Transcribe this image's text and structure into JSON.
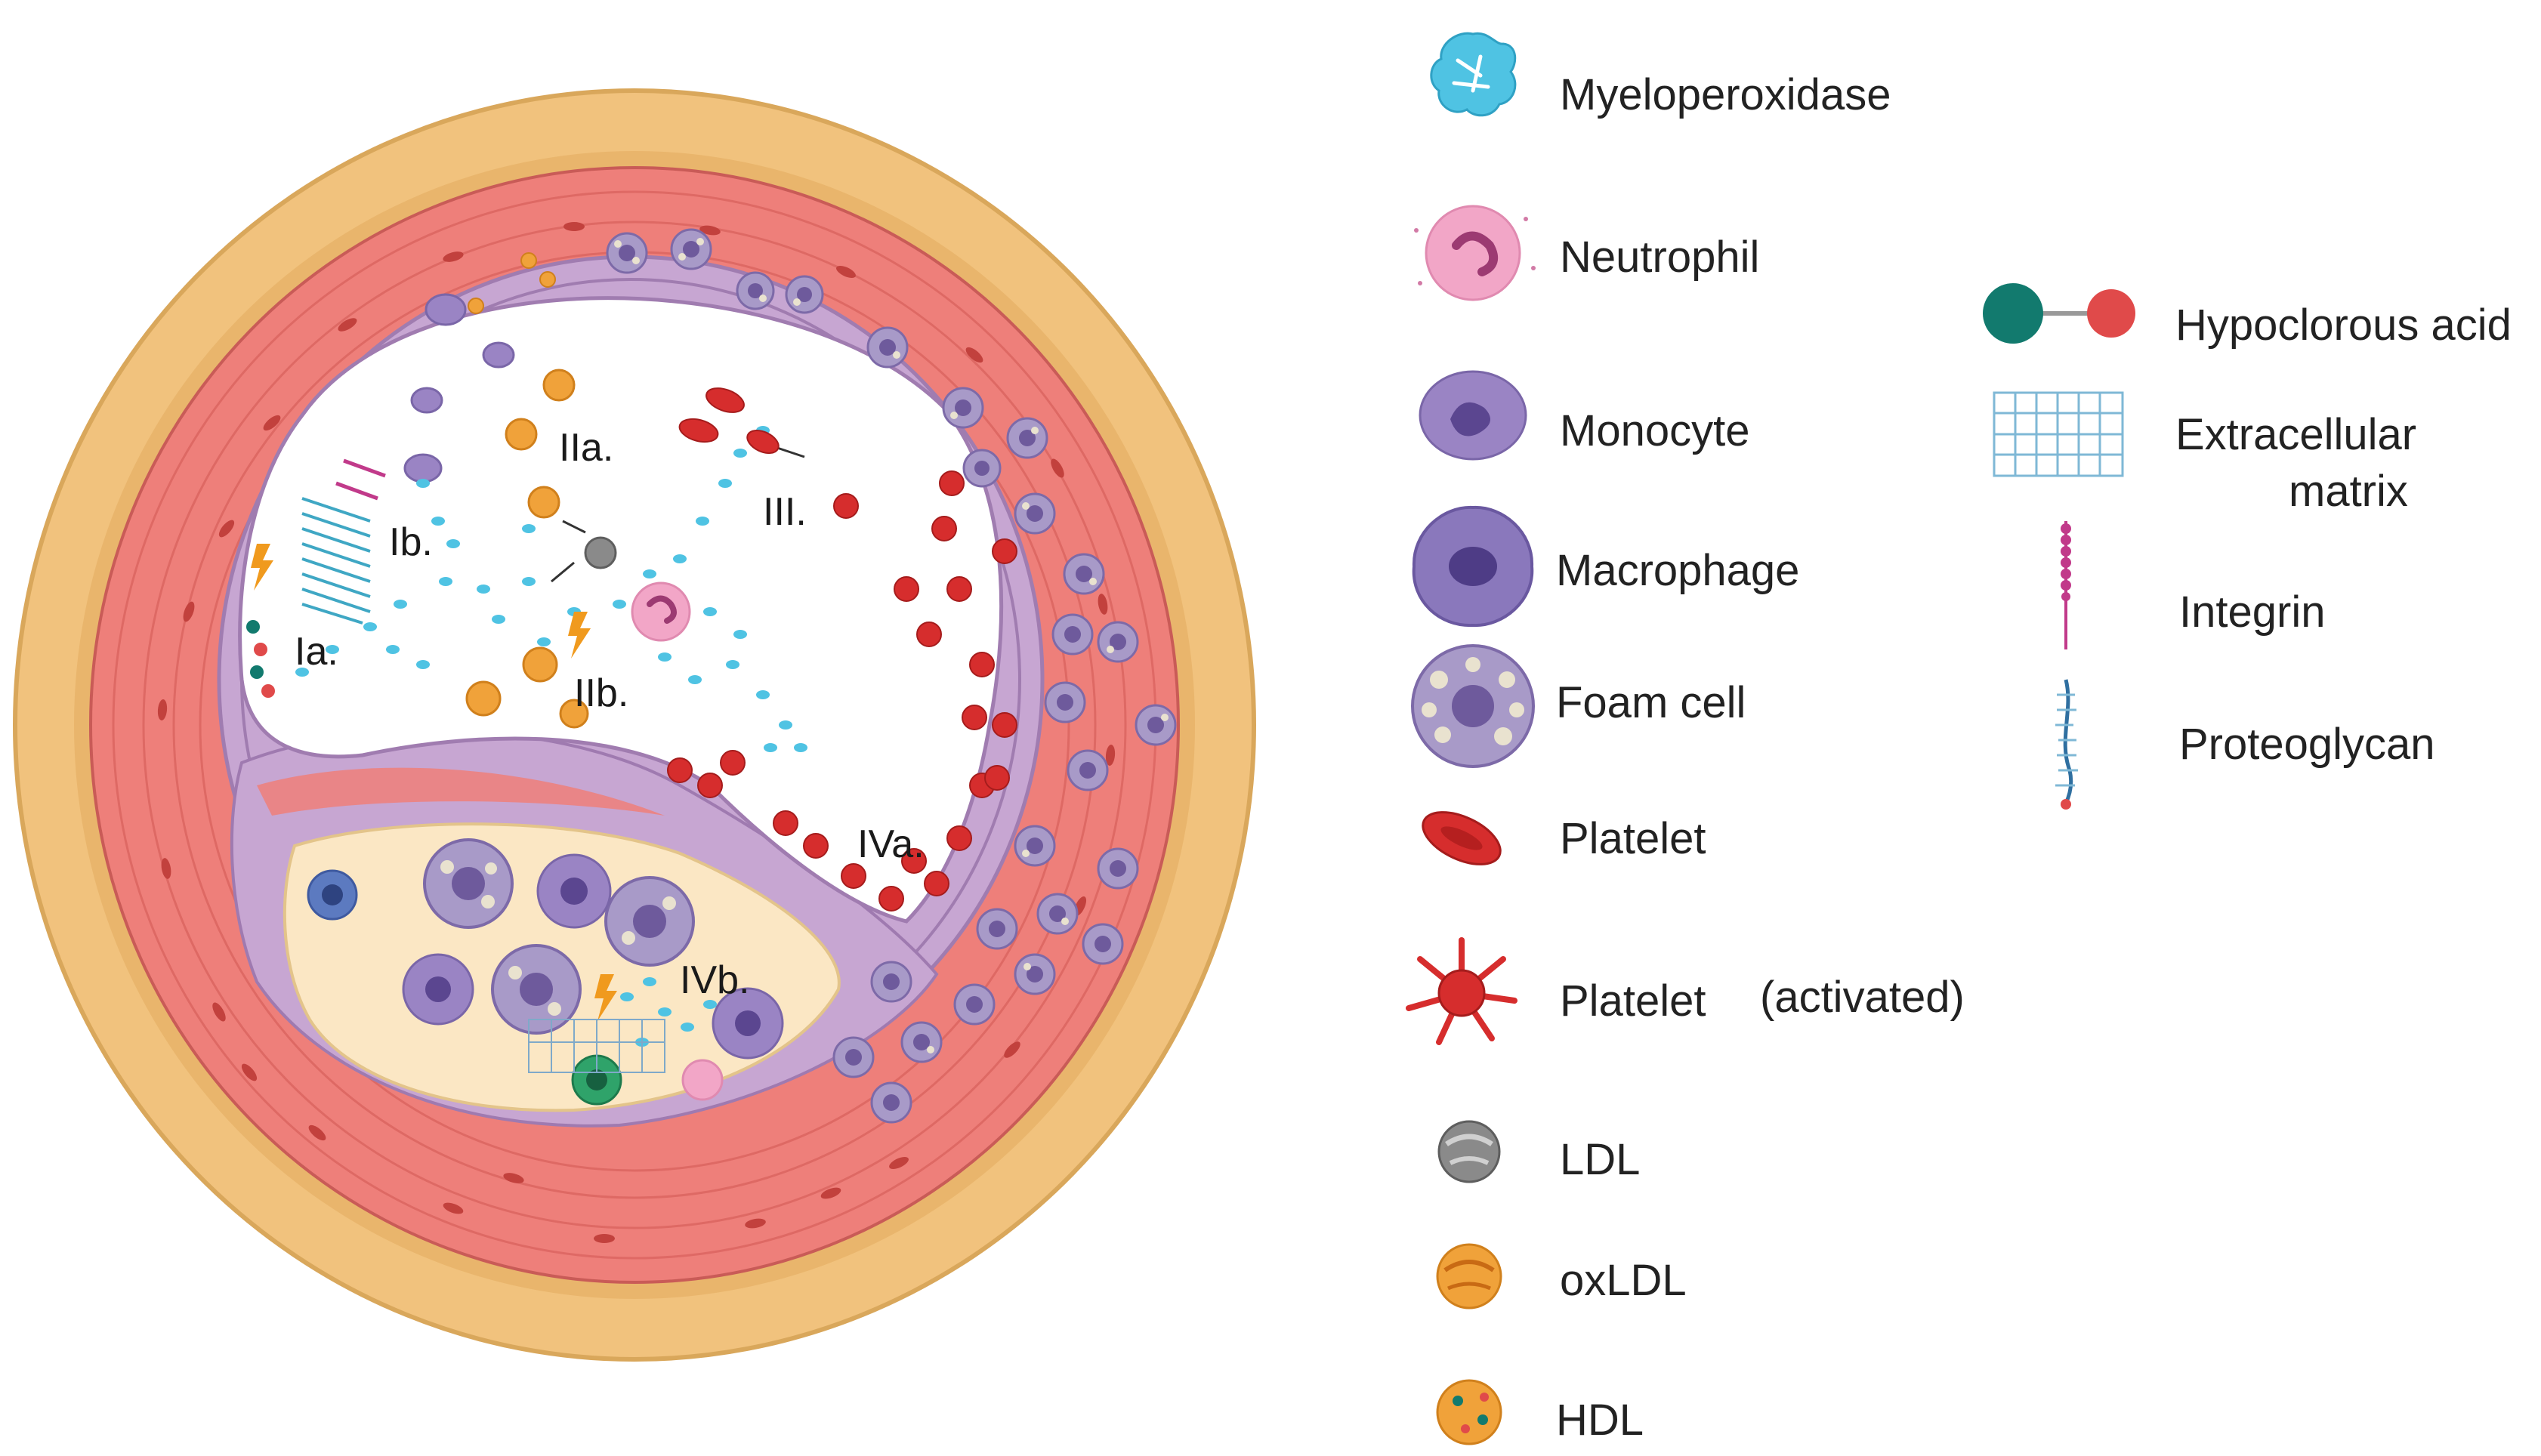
{
  "stage_labels": {
    "ia": "Ia.",
    "ib": "Ib.",
    "iia": "IIa.",
    "iib": "IIb.",
    "iii": "III.",
    "iva": "IVa.",
    "ivb": "IVb."
  },
  "legend_left": [
    {
      "label": "Myeloperoxidase",
      "icon": "myeloperoxidase-icon"
    },
    {
      "label": "Neutrophil",
      "icon": "neutrophil-icon"
    },
    {
      "label": "Monocyte",
      "icon": "monocyte-icon"
    },
    {
      "label": "Macrophage",
      "icon": "macrophage-icon"
    },
    {
      "label": "Foam cell",
      "icon": "foam-cell-icon"
    },
    {
      "label": "Platelet",
      "icon": "platelet-icon"
    },
    {
      "label": "Platelet",
      "icon": "platelet-activated-icon",
      "note": "(activated)"
    },
    {
      "label": "LDL",
      "icon": "ldl-icon"
    },
    {
      "label": "oxLDL",
      "icon": "oxldl-icon"
    },
    {
      "label": "HDL",
      "icon": "hdl-icon"
    }
  ],
  "legend_right": [
    {
      "label": "Hypoclorous acid",
      "icon": "hypochlorous-acid-icon"
    },
    {
      "label": "Extracellular",
      "label2": "matrix",
      "icon": "extracellular-matrix-icon"
    },
    {
      "label": "Integrin",
      "icon": "integrin-icon"
    },
    {
      "label": "Proteoglycan",
      "icon": "proteoglycan-icon"
    }
  ],
  "colors": {
    "adventitia": "#f1c27d",
    "media": "#ee7f7a",
    "intima": "#c7a6d2",
    "lumen": "#ffffff",
    "core": "#fbe7c4",
    "mpo": "#4fc3e3",
    "neutrophil": "#f2a6c7",
    "monocyte": "#9a84c4",
    "platelet": "#d62d2d",
    "ldl": "#8a8a8a",
    "oxldl": "#f0a23a",
    "hocl_a": "#127a6e",
    "hocl_b": "#e04a4a"
  }
}
